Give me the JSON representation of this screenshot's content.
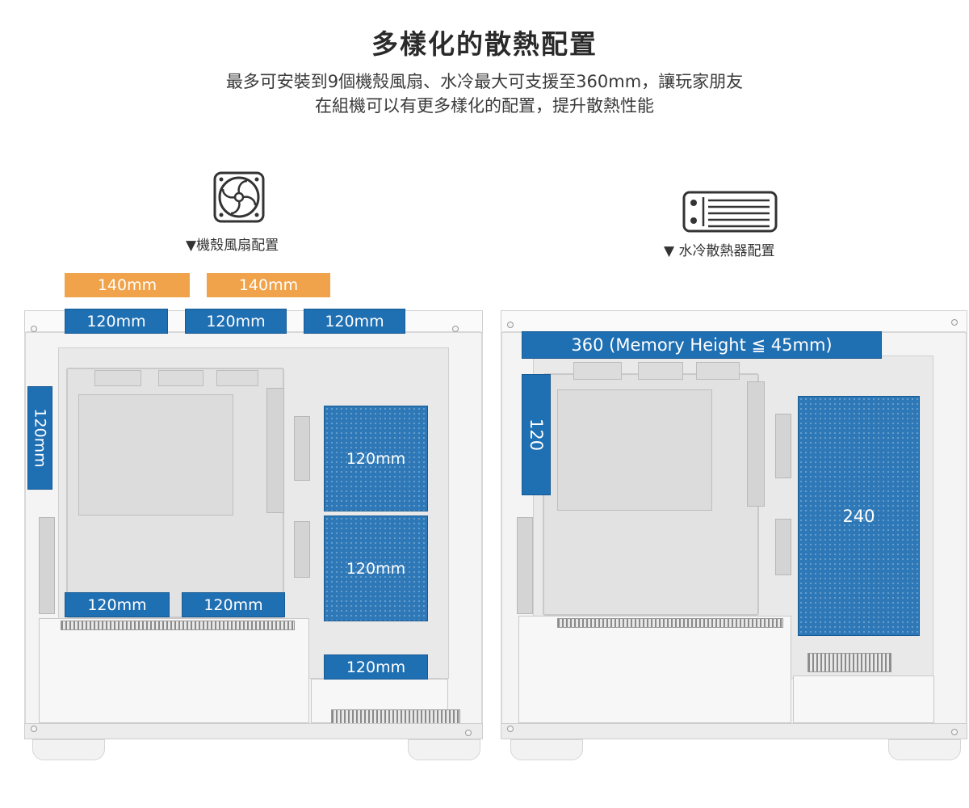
{
  "header": {
    "title": "多樣化的散熱配置",
    "subtitle_line1": "最多可安裝到9個機殼風扇、水冷最大可支援至360mm，讓玩家朋友",
    "subtitle_line2": "在組機可以有更多樣化的配置，提升散熱性能"
  },
  "left_section": {
    "icon": "fan-icon",
    "caption": "▼機殼風扇配置",
    "labels": {
      "top_140_a": "140mm",
      "top_140_b": "140mm",
      "top_120_a": "120mm",
      "top_120_b": "120mm",
      "top_120_c": "120mm",
      "rear_120": "120mm",
      "front_120_a": "120mm",
      "front_120_b": "120mm",
      "bottom_120_a": "120mm",
      "bottom_120_b": "120mm",
      "bottom_120_c": "120mm"
    }
  },
  "right_section": {
    "icon": "radiator-icon",
    "caption": "▼ 水冷散熱器配置",
    "labels": {
      "top_rad": "360 (Memory Height ≦ 45mm)",
      "rear_rad": "120",
      "front_rad": "240"
    }
  },
  "colors": {
    "blue": "#1f6fb3",
    "orange": "#f0a34a"
  }
}
